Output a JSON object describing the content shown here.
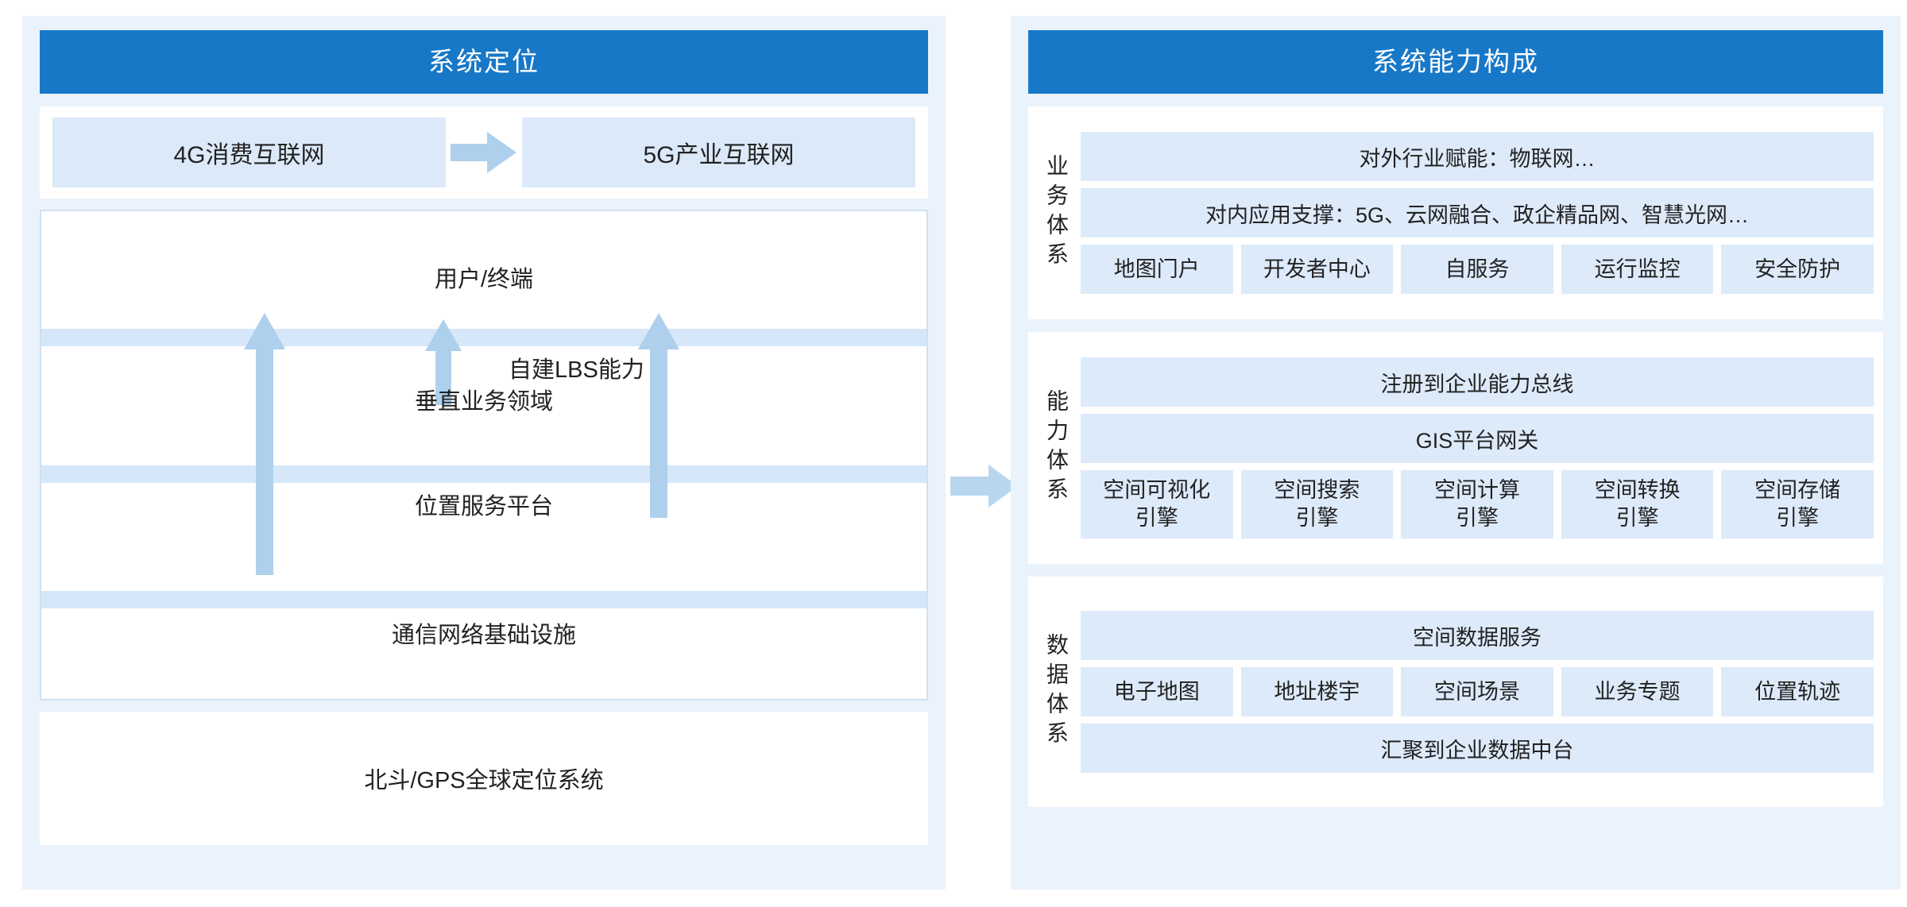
{
  "left_panel": {
    "title": "系统定位",
    "transition": {
      "from_label": "4G消费互联网",
      "arrow_icon": "right-arrow-icon",
      "to_label": "5G产业互联网"
    },
    "layers": [
      {
        "label": "用户/终端"
      },
      {
        "label": "垂直业务领域"
      },
      {
        "label": "位置服务平台"
      },
      {
        "label": "通信网络基础设施"
      }
    ],
    "annotation": "自建LBS能力",
    "foundation": "北斗/GPS全球定位系统",
    "up_arrows": [
      {
        "name": "arrow-up-long-left"
      },
      {
        "name": "arrow-up-short-middle"
      },
      {
        "name": "arrow-up-medium-right"
      }
    ]
  },
  "connector": {
    "icon": "right-arrow-icon"
  },
  "right_panel": {
    "title": "系统能力构成",
    "groups": [
      {
        "vertical_label": "业务体系",
        "wide_rows_top": [
          "对外行业赋能：物联网…",
          "对内应用支撑：5G、云网融合、政企精品网、智慧光网…"
        ],
        "cells": [
          "地图门户",
          "开发者中心",
          "自服务",
          "运行监控",
          "安全防护"
        ],
        "wide_rows_bottom": []
      },
      {
        "vertical_label": "能力体系",
        "wide_rows_top": [
          "注册到企业能力总线",
          "GIS平台网关"
        ],
        "cells": [
          "空间可视化\n引擎",
          "空间搜索\n引擎",
          "空间计算\n引擎",
          "空间转换\n引擎",
          "空间存储\n引擎"
        ],
        "wide_rows_bottom": []
      },
      {
        "vertical_label": "数据体系",
        "wide_rows_top": [
          "空间数据服务"
        ],
        "cells": [
          "电子地图",
          "地址楼宇",
          "空间场景",
          "业务专题",
          "位置轨迹"
        ],
        "wide_rows_bottom": [
          "汇聚到企业数据中台"
        ]
      }
    ]
  },
  "colors": {
    "header_blue": "#1878c8",
    "panel_bg": "#eaf3fb",
    "chip_blue": "#dbe9f9",
    "cell_blue": "#ddeafa",
    "band_blue": "#d6e7fa",
    "arrow_blue": "#aed0ec",
    "border_blue": "#cfe0f2"
  }
}
